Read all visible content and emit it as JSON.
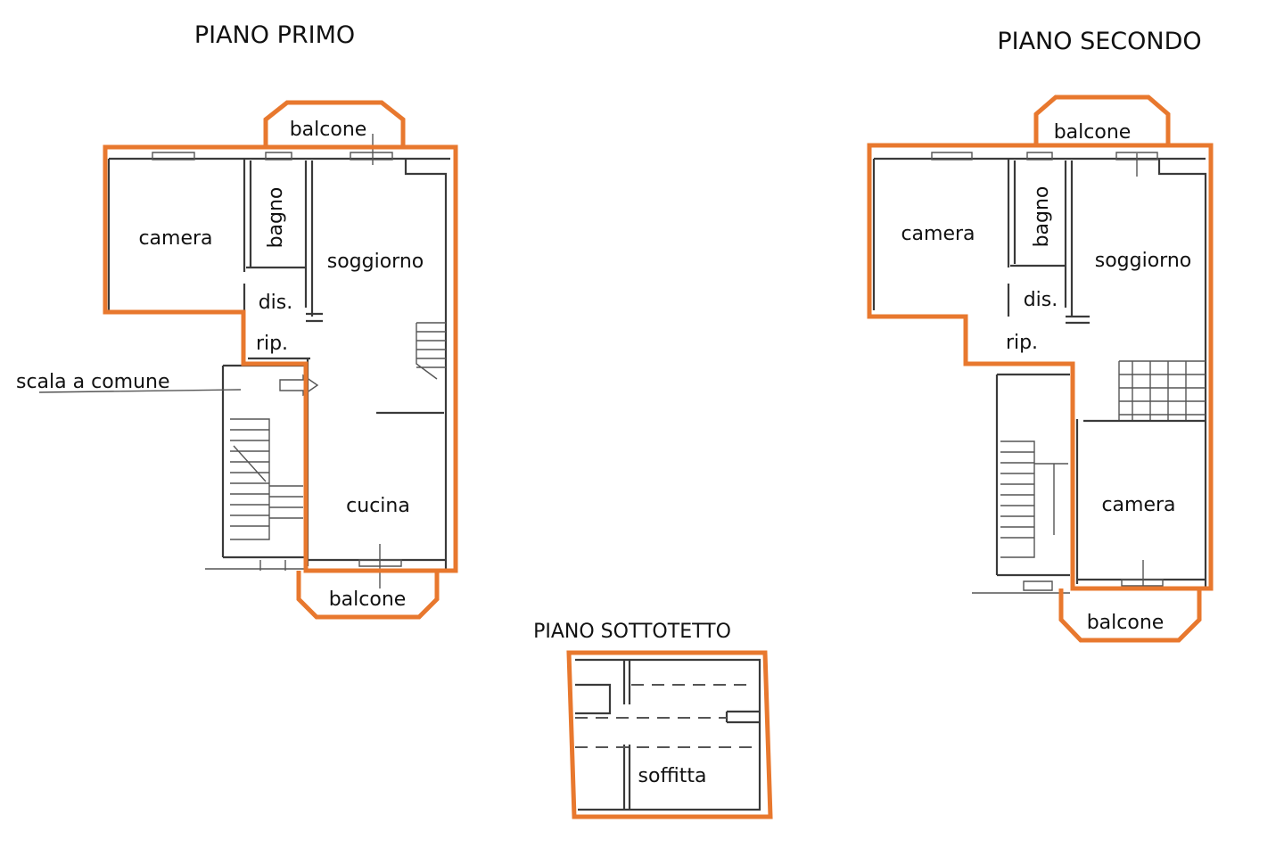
{
  "colors": {
    "outline": "#e8782e"
  },
  "floors": {
    "primo": {
      "title": "PIANO PRIMO",
      "rooms": {
        "camera": "camera",
        "bagno": "bagno",
        "soggiorno": "soggiorno",
        "dis": "dis.",
        "rip": "rip.",
        "cucina": "cucina",
        "balcone_top": "balcone",
        "balcone_bottom": "balcone"
      },
      "annotation": "scala a comune"
    },
    "secondo": {
      "title": "PIANO SECONDO",
      "rooms": {
        "camera_top": "camera",
        "bagno": "bagno",
        "soggiorno": "soggiorno",
        "dis": "dis.",
        "rip": "rip.",
        "camera_bottom": "camera",
        "balcone_top": "balcone",
        "balcone_bottom": "balcone"
      }
    },
    "sottotetto": {
      "title": "PIANO SOTTOTETTO",
      "rooms": {
        "soffitta": "soffitta"
      }
    }
  }
}
